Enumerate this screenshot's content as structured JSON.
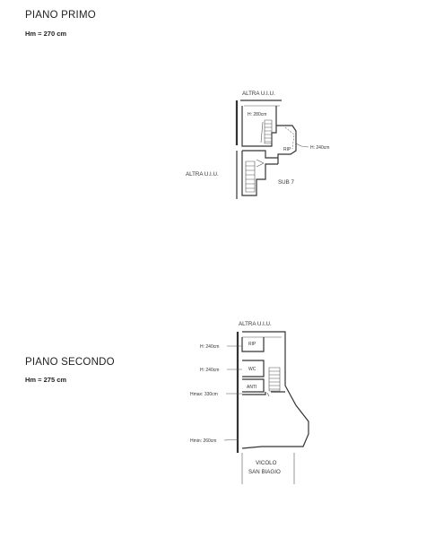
{
  "floors": [
    {
      "title": "PIANO PRIMO",
      "hm": "Hm = 270 cm",
      "labels": {
        "top": "ALTRA U.I.U.",
        "left": "ALTRA U.I.U.",
        "h_room": "H: 280cm",
        "h_side": "H: 240cm",
        "rip": "RIP",
        "sub": "SUB 7"
      }
    },
    {
      "title": "PIANO SECONDO",
      "hm": "Hm = 275 cm",
      "labels": {
        "top": "ALTRA U.I.U.",
        "h_rip": "H: 240cm",
        "h_wc": "H: 240cm",
        "hmax": "Hmax: 330cm",
        "hmin": "Hmin: 260cm",
        "rip": "RIP",
        "wc": "WC",
        "anti": "ANTI",
        "street_1": "VICOLO",
        "street_2": "SAN BIAGIO"
      }
    }
  ]
}
